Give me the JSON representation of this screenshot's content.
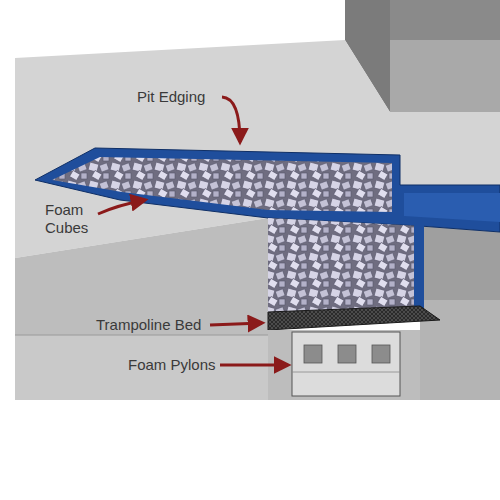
{
  "diagram": {
    "labels": [
      "Pit Edging",
      "Foam Cubes",
      "Trampoline Bed",
      "Foam Pylons"
    ]
  }
}
